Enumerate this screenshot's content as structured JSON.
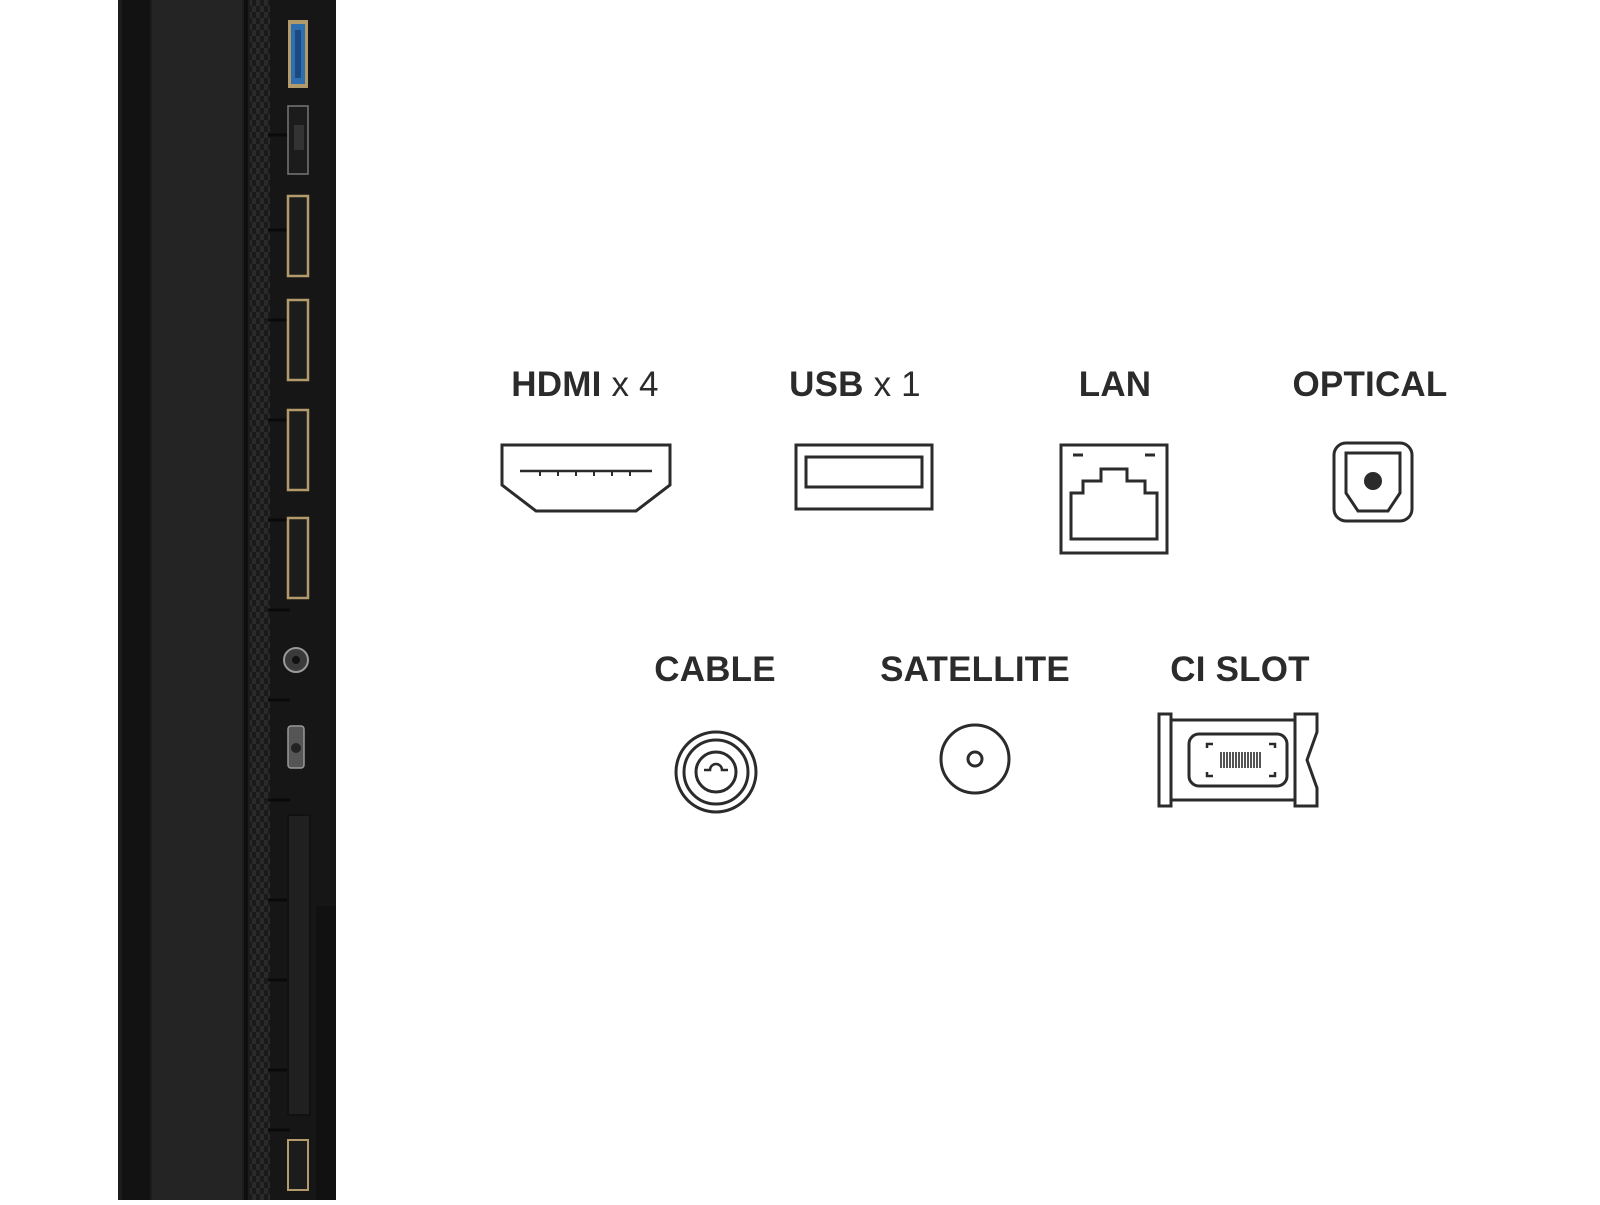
{
  "ports": [
    {
      "id": "hdmi",
      "name": "HDMI",
      "multiplier": "x 4",
      "icon": "hdmi-port-icon"
    },
    {
      "id": "usb",
      "name": "USB",
      "multiplier": "x 1",
      "icon": "usb-port-icon"
    },
    {
      "id": "lan",
      "name": "LAN",
      "multiplier": "",
      "icon": "ethernet-port-icon"
    },
    {
      "id": "optical",
      "name": "OPTICAL",
      "multiplier": "",
      "icon": "optical-port-icon"
    },
    {
      "id": "cable",
      "name": "CABLE",
      "multiplier": "",
      "icon": "coaxial-port-icon"
    },
    {
      "id": "satellite",
      "name": "SATELLITE",
      "multiplier": "",
      "icon": "satellite-port-icon"
    },
    {
      "id": "ci",
      "name": "CI SLOT",
      "multiplier": "",
      "icon": "ci-slot-icon"
    }
  ],
  "colors": {
    "text": "#2b2b2b",
    "icon_stroke": "#2b2b2b",
    "tv_body": "#1c1c1c",
    "usb_accent": "#2f6fb0",
    "hdmi_accent": "#b39a6a"
  }
}
